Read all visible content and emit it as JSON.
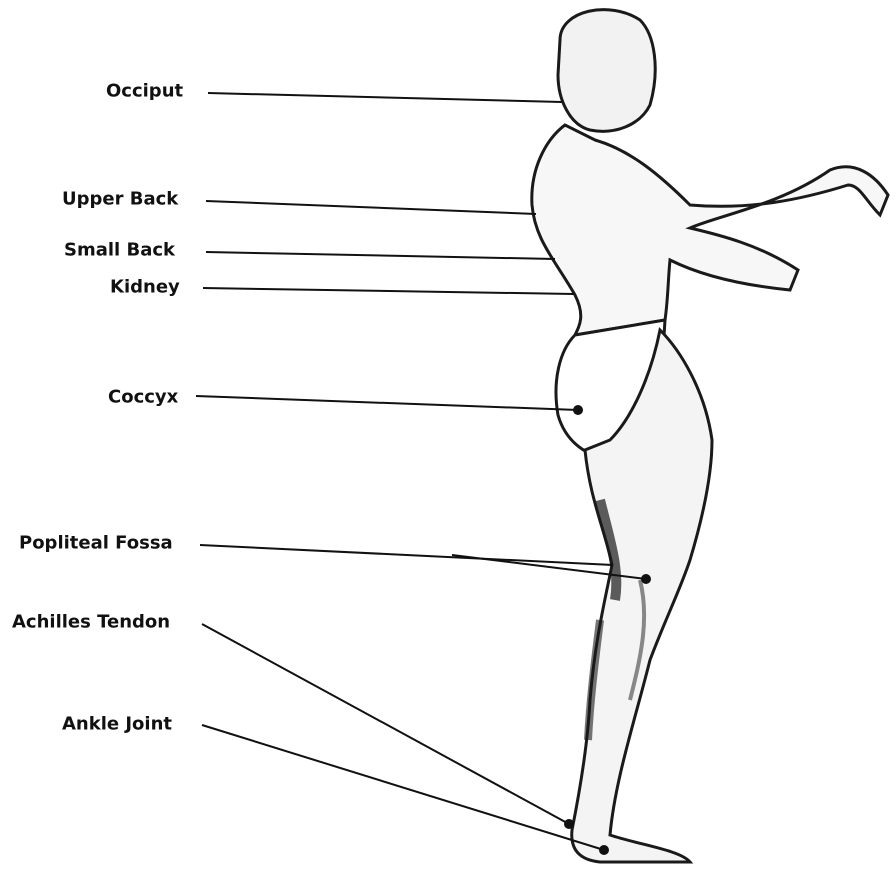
{
  "diagram": {
    "labels": [
      {
        "id": "occiput",
        "text": "Occiput"
      },
      {
        "id": "upper-back",
        "text": "Upper Back"
      },
      {
        "id": "small-back",
        "text": "Small Back"
      },
      {
        "id": "kidney",
        "text": "Kidney"
      },
      {
        "id": "coccyx",
        "text": "Coccyx"
      },
      {
        "id": "popliteal-fossa",
        "text": "Popliteal Fossa"
      },
      {
        "id": "achilles-tendon",
        "text": "Achilles Tendon"
      },
      {
        "id": "ankle-joint",
        "text": "Ankle Joint"
      }
    ],
    "colors": {
      "ink": "#111111",
      "skin_shadow": "#1a1a1a",
      "paper": "#ffffff"
    }
  }
}
